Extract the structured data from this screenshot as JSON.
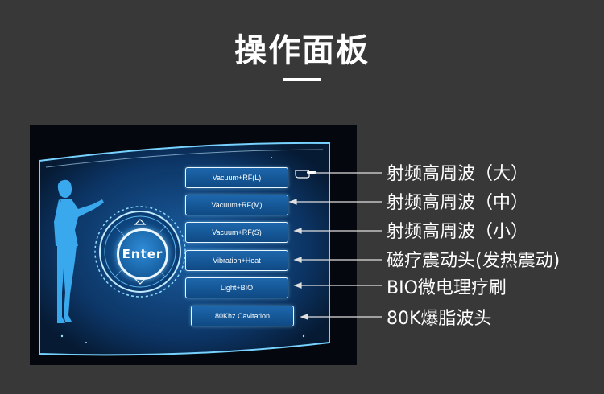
{
  "header": {
    "title": "操作面板"
  },
  "panel": {
    "enter_label": "Enter",
    "buttons": [
      {
        "label": "Vacuum+RF(L)"
      },
      {
        "label": "Vacuum+RF(M)"
      },
      {
        "label": "Vacuum+RF(S)"
      },
      {
        "label": "Vibration+Heat"
      },
      {
        "label": "Light+BIO"
      },
      {
        "label": "80Khz Cavitation"
      }
    ]
  },
  "annotations": [
    {
      "text": "射频高周波（大）"
    },
    {
      "text": "射频高周波（中）"
    },
    {
      "text": "射频高周波（小）"
    },
    {
      "text": "磁疗震动头(发热震动)"
    },
    {
      "text": "BIO微电理疗刷"
    },
    {
      "text": "80K爆脂波头"
    }
  ],
  "colors": {
    "background": "#383838",
    "screen": "#04070e",
    "accent": "#1d67ac",
    "glow": "#6fd0ff"
  },
  "icons": {
    "pointer": "pointing-hand-icon",
    "silhouette": "woman-silhouette-icon"
  }
}
